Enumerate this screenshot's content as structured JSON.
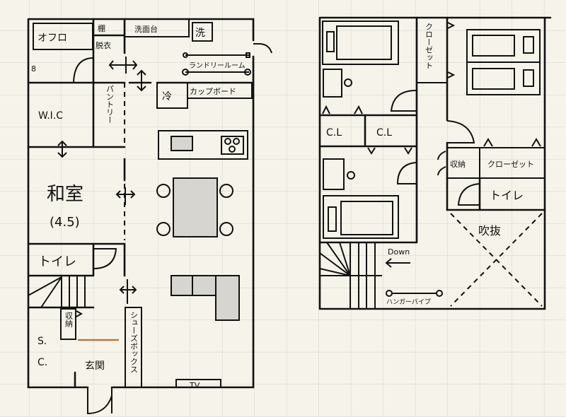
{
  "first_floor": {
    "bath": "オフロ",
    "bath_mark": "8",
    "shelf": "棚",
    "dressing": "脱衣",
    "washbasin": "洗面台",
    "washer": "洗",
    "laundry": "ランドリールーム",
    "fridge": "冷",
    "cupboard": "カップボード",
    "wic": "W.I.C",
    "pantry": "パントリー",
    "washitsu": "和室",
    "washitsu_size": "(4.5)",
    "toilet": "トイレ",
    "storage": "収納",
    "sc_s": "S.",
    "sc_c": "C.",
    "entrance": "玄関",
    "shoebox": "シューズボックス",
    "tv": "TV"
  },
  "second_floor": {
    "closet_1": "クローゼット",
    "cl_1": "C.L",
    "cl_2": "C.L",
    "storage": "収納",
    "closet_2": "クローゼット",
    "toilet": "トイレ",
    "atrium": "吹抜",
    "down": "Down",
    "hanger_pipe": "ハンガーパイプ"
  }
}
